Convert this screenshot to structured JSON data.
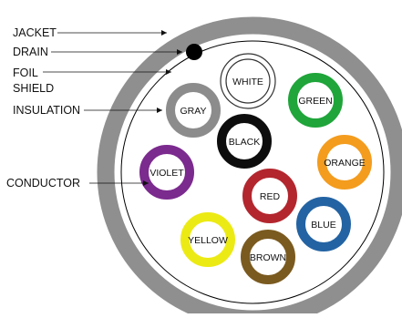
{
  "callouts": {
    "jacket": "JACKET",
    "drain": "DRAIN",
    "foil_line1": "FOIL",
    "foil_line2": "SHIELD",
    "insulation": "INSULATION",
    "conductor": "CONDUCTOR"
  },
  "conductors": [
    {
      "id": "white",
      "label": "WHITE",
      "color": "#ffffff",
      "ring": "#333333"
    },
    {
      "id": "gray",
      "label": "GRAY",
      "color": "#8c8c8c"
    },
    {
      "id": "green",
      "label": "GREEN",
      "color": "#1fa53a"
    },
    {
      "id": "black",
      "label": "BLACK",
      "color": "#0d0d0d"
    },
    {
      "id": "orange",
      "label": "ORANGE",
      "color": "#f39c1e"
    },
    {
      "id": "violet",
      "label": "VIOLET",
      "color": "#7b2a8e"
    },
    {
      "id": "red",
      "label": "RED",
      "color": "#b3262e"
    },
    {
      "id": "blue",
      "label": "BLUE",
      "color": "#2363a3"
    },
    {
      "id": "yellow",
      "label": "YELLOW",
      "color": "#ecea14"
    },
    {
      "id": "brown",
      "label": "BROWN",
      "color": "#7a5a1f"
    }
  ],
  "colors": {
    "jacket": "#8f8f8f",
    "drain": "#000000",
    "foil": "#000000"
  }
}
